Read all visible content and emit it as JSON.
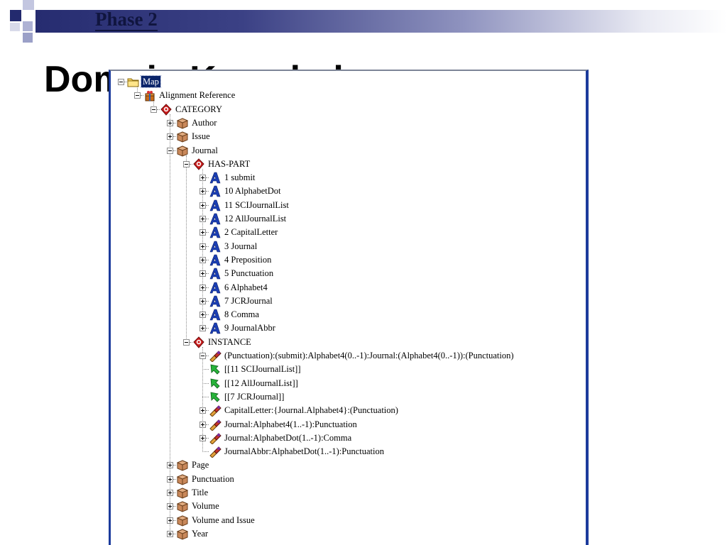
{
  "slide": {
    "phase_label": "Phase 2",
    "title": "Domain Knowledge"
  },
  "colors": {
    "header_dark": "#262c70",
    "selection": "#0a246a",
    "window_border": "#1c3b9c"
  },
  "tree": {
    "nodes": [
      {
        "label": "Map",
        "level": 0,
        "icon": "folder-icon",
        "toggle": "minus",
        "selected": true
      },
      {
        "label": "Alignment Reference",
        "level": 1,
        "icon": "gift-box-icon",
        "toggle": "minus"
      },
      {
        "label": "CATEGORY",
        "level": 2,
        "icon": "query-icon",
        "toggle": "minus"
      },
      {
        "label": "Author",
        "level": 3,
        "icon": "box-icon",
        "toggle": "plus"
      },
      {
        "label": "Issue",
        "level": 3,
        "icon": "box-icon",
        "toggle": "plus"
      },
      {
        "label": "Journal",
        "level": 3,
        "icon": "box-icon",
        "toggle": "minus"
      },
      {
        "label": "HAS-PART",
        "level": 4,
        "icon": "query-icon",
        "toggle": "minus"
      },
      {
        "label": "1 submit",
        "level": 5,
        "icon": "letter-a-icon",
        "toggle": "plus"
      },
      {
        "label": "10 AlphabetDot",
        "level": 5,
        "icon": "letter-a-icon",
        "toggle": "plus"
      },
      {
        "label": "11 SCIJournalList",
        "level": 5,
        "icon": "letter-a-icon",
        "toggle": "plus"
      },
      {
        "label": "12 AllJournalList",
        "level": 5,
        "icon": "letter-a-icon",
        "toggle": "plus"
      },
      {
        "label": "2 CapitalLetter",
        "level": 5,
        "icon": "letter-a-icon",
        "toggle": "plus"
      },
      {
        "label": "3 Journal",
        "level": 5,
        "icon": "letter-a-icon",
        "toggle": "plus"
      },
      {
        "label": "4 Preposition",
        "level": 5,
        "icon": "letter-a-icon",
        "toggle": "plus"
      },
      {
        "label": "5 Punctuation",
        "level": 5,
        "icon": "letter-a-icon",
        "toggle": "plus"
      },
      {
        "label": "6 Alphabet4",
        "level": 5,
        "icon": "letter-a-icon",
        "toggle": "plus"
      },
      {
        "label": "7 JCRJournal",
        "level": 5,
        "icon": "letter-a-icon",
        "toggle": "plus"
      },
      {
        "label": "8 Comma",
        "level": 5,
        "icon": "letter-a-icon",
        "toggle": "plus"
      },
      {
        "label": "9 JournalAbbr",
        "level": 5,
        "icon": "letter-a-icon",
        "toggle": "plus"
      },
      {
        "label": "INSTANCE",
        "level": 4,
        "icon": "query-icon",
        "toggle": "minus"
      },
      {
        "label": "(Punctuation):(submit):Alphabet4(0..-1):Journal:(Alphabet4(0..-1)):(Punctuation)",
        "level": 5,
        "icon": "pattern-icon",
        "toggle": "minus"
      },
      {
        "label": "[[11 SCIJournalList]]",
        "level": 5,
        "icon": "green-arrow-icon",
        "toggle": "none"
      },
      {
        "label": "[[12 AllJournalList]]",
        "level": 5,
        "icon": "green-arrow-icon",
        "toggle": "none"
      },
      {
        "label": "[[7 JCRJournal]]",
        "level": 5,
        "icon": "green-arrow-icon",
        "toggle": "none"
      },
      {
        "label": "CapitalLetter:{Journal.Alphabet4}:(Punctuation)",
        "level": 5,
        "icon": "pattern-icon",
        "toggle": "plus"
      },
      {
        "label": "Journal:Alphabet4(1..-1):Punctuation",
        "level": 5,
        "icon": "pattern-icon",
        "toggle": "plus"
      },
      {
        "label": "Journal:AlphabetDot(1..-1):Comma",
        "level": 5,
        "icon": "pattern-icon",
        "toggle": "plus"
      },
      {
        "label": "JournalAbbr:AlphabetDot(1..-1):Punctuation",
        "level": 5,
        "icon": "pattern-icon",
        "toggle": "none"
      },
      {
        "label": "Page",
        "level": 3,
        "icon": "box-icon",
        "toggle": "plus"
      },
      {
        "label": "Punctuation",
        "level": 3,
        "icon": "box-icon",
        "toggle": "plus"
      },
      {
        "label": "Title",
        "level": 3,
        "icon": "box-icon",
        "toggle": "plus"
      },
      {
        "label": "Volume",
        "level": 3,
        "icon": "box-icon",
        "toggle": "plus"
      },
      {
        "label": "Volume and Issue",
        "level": 3,
        "icon": "box-icon",
        "toggle": "plus"
      },
      {
        "label": "Year",
        "level": 3,
        "icon": "box-icon",
        "toggle": "plus"
      }
    ]
  }
}
